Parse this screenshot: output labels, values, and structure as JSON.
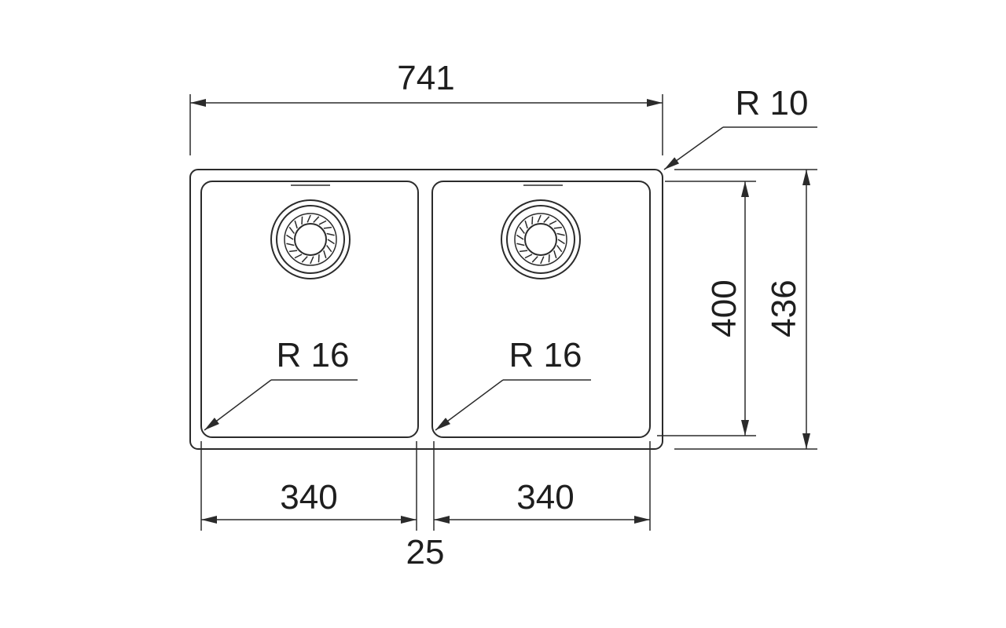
{
  "diagram": {
    "overall_width_label": "741",
    "outer_corner_radius_label": "R 10",
    "bowl_corner_radius_left_label": "R 16",
    "bowl_corner_radius_right_label": "R 16",
    "bowl_depth_label": "400",
    "overall_depth_label": "436",
    "left_bowl_width_label": "340",
    "right_bowl_width_label": "340",
    "divider_width_label": "25"
  },
  "colors": {
    "line": "#2b2b2b",
    "text": "#1e1e1e",
    "background": "#ffffff"
  }
}
